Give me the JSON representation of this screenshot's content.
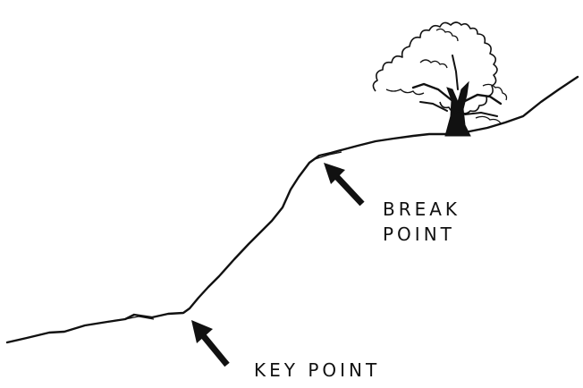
{
  "labels": {
    "break_point_line1": "BREAK",
    "break_point_line2": "POINT",
    "key_point": "KEY POINT"
  },
  "colors": {
    "ink": "#111111",
    "background": "#ffffff"
  },
  "icons": {
    "tree": "tree-icon",
    "arrow_break": "arrow-up-left-icon",
    "arrow_key": "arrow-up-left-icon"
  }
}
